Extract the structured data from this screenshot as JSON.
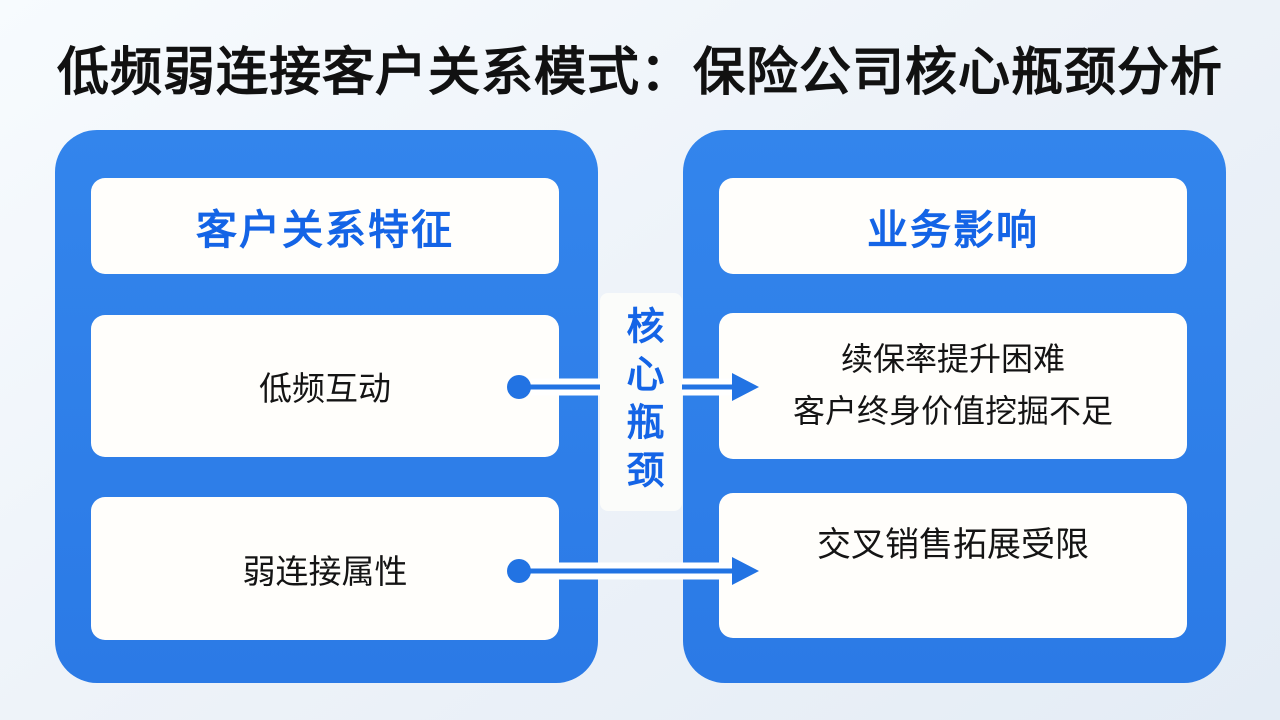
{
  "title": "低频弱连接客户关系模式：保险公司核心瓶颈分析",
  "left_panel": {
    "header": "客户关系特征",
    "items": [
      "低频互动",
      "弱连接属性"
    ]
  },
  "center_label": {
    "text": "核心瓶颈"
  },
  "right_panel": {
    "header": "业务影响",
    "items": [
      [
        "续保率提升困难",
        "客户终身价值挖掘不足"
      ],
      [
        "交叉销售拓展受限"
      ]
    ]
  },
  "icons": {
    "connector_dot": "filled-circle",
    "connector_arrowhead": "triangle-right"
  },
  "colors": {
    "panel_blue": "#2E7EE9",
    "accent_text_blue": "#1464E6",
    "connector_blue": "#2273E3",
    "title_text": "#111111",
    "card_bg": "#FFFEFB",
    "page_bg_top": "#F7FBFE",
    "page_bg_bottom": "#E4ECF5"
  }
}
